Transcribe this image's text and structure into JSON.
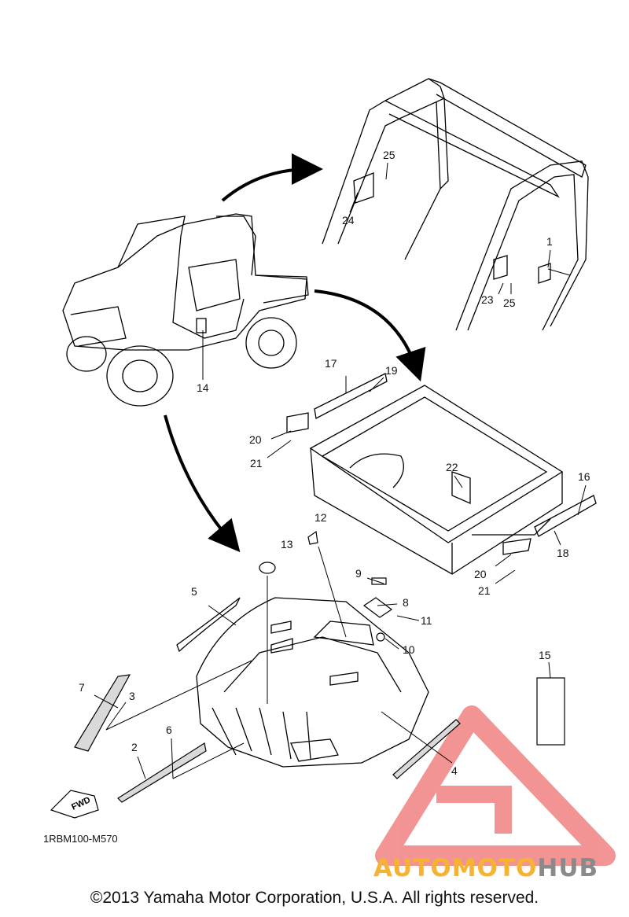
{
  "diagram": {
    "code": "1RBM100-M570",
    "fwd_label": "FWD",
    "copyright": "©2013 Yamaha Motor Corporation, U.S.A. All rights reserved.",
    "watermark": {
      "part1": "AUTOMOTO",
      "part2": "HUB",
      "color1": "#f5b233",
      "color2": "#8a8a8a",
      "logo_color": "#f07a7a"
    },
    "callouts": [
      {
        "n": "1"
      },
      {
        "n": "2"
      },
      {
        "n": "3"
      },
      {
        "n": "4"
      },
      {
        "n": "5"
      },
      {
        "n": "6"
      },
      {
        "n": "7"
      },
      {
        "n": "8"
      },
      {
        "n": "9"
      },
      {
        "n": "10"
      },
      {
        "n": "11"
      },
      {
        "n": "12"
      },
      {
        "n": "13"
      },
      {
        "n": "14"
      },
      {
        "n": "15"
      },
      {
        "n": "16"
      },
      {
        "n": "17"
      },
      {
        "n": "18"
      },
      {
        "n": "19"
      },
      {
        "n": "20"
      },
      {
        "n": "21"
      },
      {
        "n": "22"
      },
      {
        "n": "23"
      },
      {
        "n": "24"
      },
      {
        "n": "25"
      },
      {
        "n": "20"
      },
      {
        "n": "21"
      },
      {
        "n": "25"
      }
    ]
  }
}
